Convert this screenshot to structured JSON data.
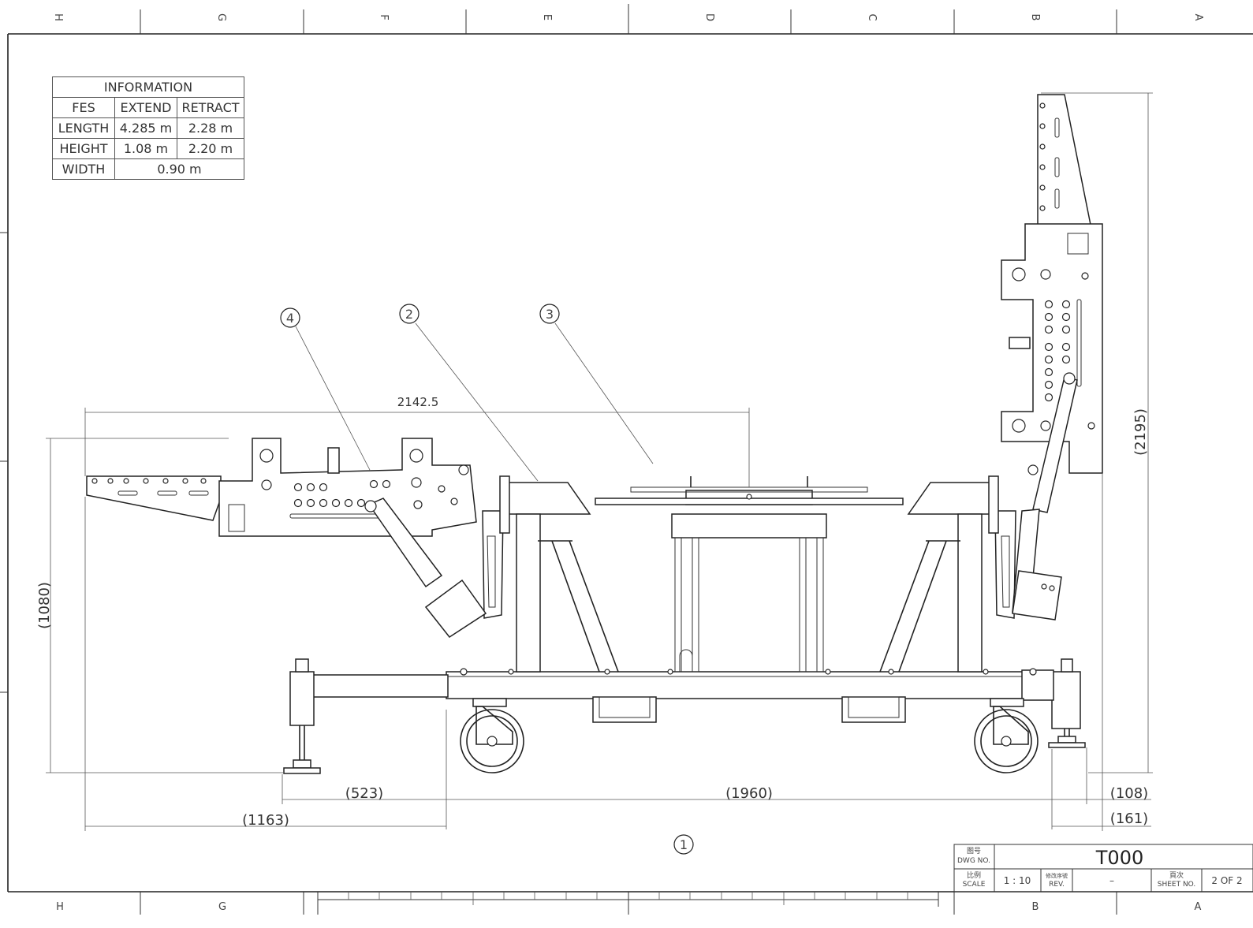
{
  "zones": {
    "top": [
      "H",
      "G",
      "F",
      "E",
      "D",
      "C",
      "B",
      "A"
    ],
    "bottom": [
      "H",
      "G",
      "B",
      "A"
    ]
  },
  "info_table": {
    "title": "INFORMATION",
    "header": [
      "FES",
      "EXTEND",
      "RETRACT"
    ],
    "rows": [
      [
        "LENGTH",
        "4.285 m",
        "2.28 m"
      ],
      [
        "HEIGHT",
        "1.08 m",
        "2.20 m"
      ]
    ],
    "width_label": "WIDTH",
    "width_value": "0.90 m"
  },
  "balloons": [
    "4",
    "2",
    "3",
    "1"
  ],
  "dimensions": {
    "top_width": "2142.5",
    "left_height": "(1080)",
    "right_height": "(2195)",
    "d523": "(523)",
    "d1960": "(1960)",
    "d1163": "(1163)",
    "d108": "(108)",
    "d161": "(161)"
  },
  "title_block": {
    "dwg_no_label_local": "图号",
    "dwg_no_label": "DWG NO.",
    "dwg_no": "T000",
    "scale_label_local": "比例",
    "scale_label": "SCALE",
    "scale": "1 : 10",
    "rev_label_local": "修改序號",
    "rev_label": "REV.",
    "rev": "–",
    "sheet_label_local": "頁次",
    "sheet_label": "SHEET NO.",
    "sheet": "2 OF 2"
  }
}
